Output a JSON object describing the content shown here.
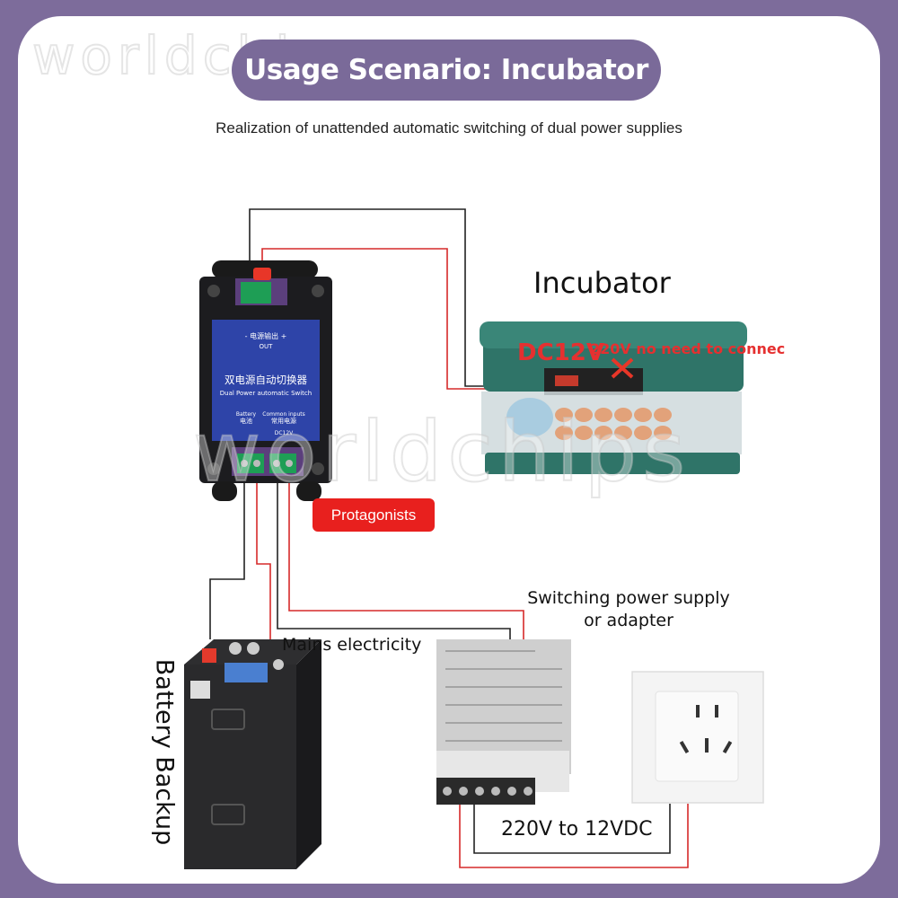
{
  "watermark": {
    "brand": "worldchips"
  },
  "title": "Usage Scenario: Incubator",
  "subtitle": "Realization of unattended automatic switching of dual power supplies",
  "incubator": {
    "label": "Incubator",
    "dc_label": "DC12V",
    "ac_note": "220V no need to connec"
  },
  "switch_device": {
    "output_label": "- 电源输出 +",
    "out_label": "OUT",
    "name_cn": "双电源自动切换器",
    "name_en": "Dual Power automatic Switch",
    "battery_cn": "电池",
    "battery_en": "Battery",
    "common_cn": "常用电源",
    "common_en": "Common inputs",
    "common_voltage": "DC12V"
  },
  "badge": "Protagonists",
  "mains_label": "Mains electricity",
  "psu_label_line1": "Switching power supply",
  "psu_label_line2": "or adapter",
  "battery_label": "Battery Backup",
  "conversion_label": "220V to 12VDC",
  "colors": {
    "background": "#7d6c9b",
    "title_pill": "#7a6a99",
    "accent_red": "#e8201e",
    "wire_red": "#d62a2a",
    "wire_black": "#222222"
  }
}
